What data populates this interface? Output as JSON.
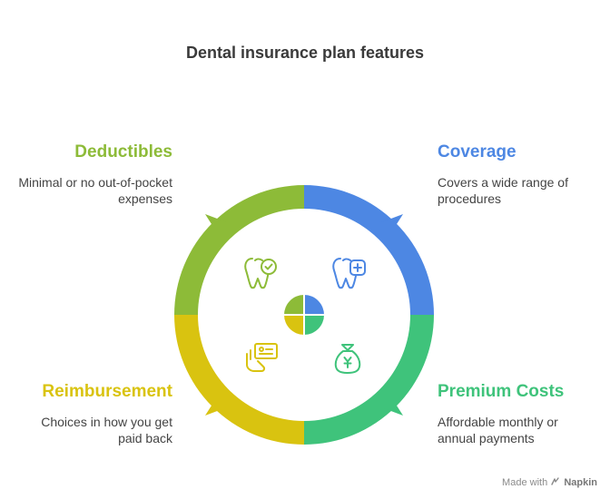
{
  "title": "Dental insurance plan features",
  "features": {
    "deductibles": {
      "title": "Deductibles",
      "description": "Minimal or no out-of-pocket expenses",
      "color": "#8dbb38",
      "icon": "tooth-check-icon"
    },
    "coverage": {
      "title": "Coverage",
      "description": "Covers a wide range of procedures",
      "color": "#4d87e3",
      "icon": "tooth-plus-icon"
    },
    "reimbursement": {
      "title": "Reimbursement",
      "description": "Choices in how you get paid back",
      "color": "#d9c310",
      "icon": "hand-card-icon"
    },
    "premium": {
      "title": "Premium Costs",
      "description": "Affordable monthly or annual payments",
      "color": "#3fc37b",
      "icon": "money-bag-yen-icon"
    }
  },
  "footer": {
    "made_with": "Made with",
    "brand": "Napkin",
    "icon": "napkin-logo-icon"
  }
}
